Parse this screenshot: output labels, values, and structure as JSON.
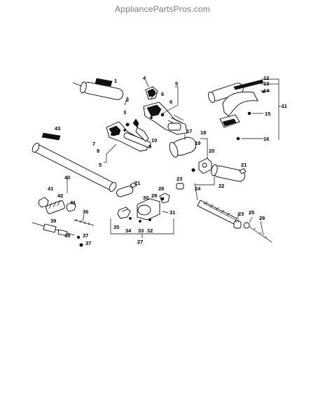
{
  "watermark": "AppliancePartsPros.com",
  "callouts": [
    "1",
    "2",
    "3",
    "4",
    "5",
    "6",
    "7",
    "8",
    "9",
    "10",
    "11",
    "12",
    "13",
    "14",
    "15",
    "16",
    "17",
    "18",
    "19",
    "20",
    "21",
    "22",
    "23",
    "24",
    "25",
    "26",
    "27",
    "28",
    "29",
    "30",
    "31",
    "32",
    "33",
    "34",
    "35",
    "36",
    "37",
    "38",
    "39",
    "40",
    "41",
    "42",
    "43"
  ]
}
